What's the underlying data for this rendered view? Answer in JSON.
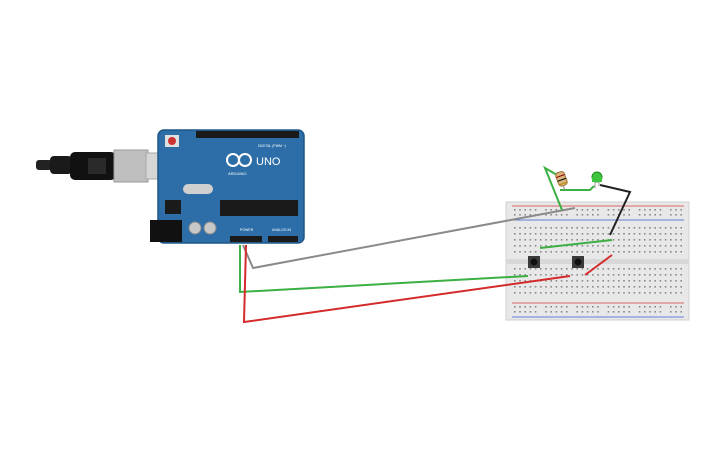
{
  "board": {
    "brand": "ARDUINO",
    "model": "UNO",
    "digital_label": "DIGITAL (PWM ~)",
    "power_label": "POWER",
    "analog_label": "ANALOG IN",
    "color": "#2d6ea8"
  },
  "breadboard": {
    "color": "#e8e8e8",
    "rail_red": "#d43c3c",
    "rail_blue": "#3c5ad4"
  },
  "wires": {
    "gray": "#8a8a8a",
    "green": "#3cb043",
    "red": "#d42a2a",
    "black": "#222222"
  },
  "components": {
    "led_color": "#3cc43c",
    "resistor_icon": "resistor-icon",
    "button_icon": "pushbutton-icon",
    "usb_icon": "usb-cable-icon"
  }
}
